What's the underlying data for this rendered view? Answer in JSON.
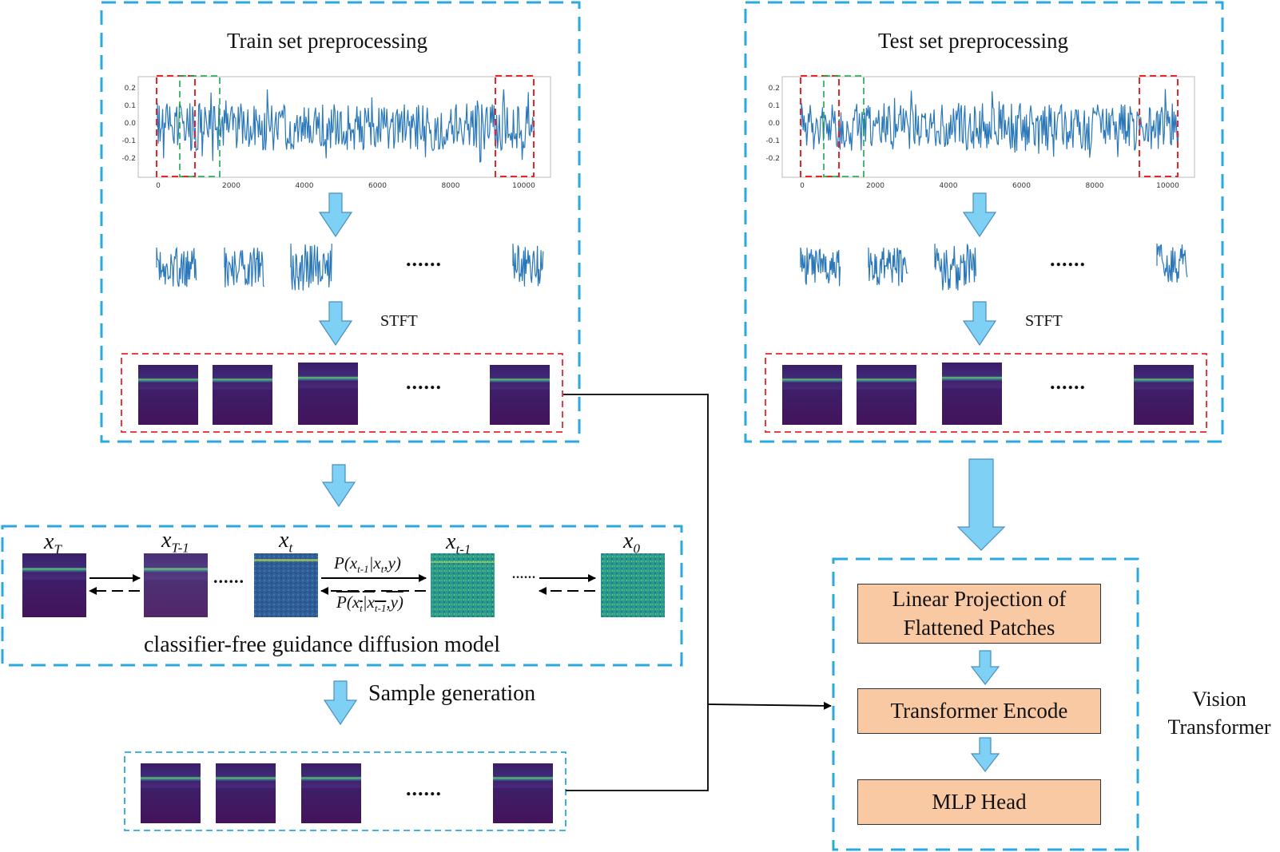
{
  "train": {
    "title": "Train set preprocessing",
    "stft": "STFT",
    "ellipsis_1": "......",
    "ellipsis_2": "......",
    "y_ticks": [
      "0.2",
      "0.1",
      "0.0",
      "-0.1",
      "-0.2"
    ],
    "x_ticks": [
      "0",
      "2000",
      "4000",
      "6000",
      "8000",
      "10000"
    ]
  },
  "test": {
    "title": "Test set preprocessing",
    "stft": "STFT",
    "ellipsis_1": "......",
    "ellipsis_2": "......",
    "y_ticks": [
      "0.2",
      "0.1",
      "0.0",
      "-0.1",
      "-0.2"
    ],
    "x_ticks": [
      "0",
      "2000",
      "4000",
      "6000",
      "8000",
      "10000"
    ]
  },
  "diffusion": {
    "label": "classifier-free guidance diffusion model",
    "x_T": "T",
    "x_T1": "T-1",
    "x_t": "t",
    "x_t1": "t-1",
    "x_0": "0",
    "ellipsis_1": "......",
    "ellipsis_2": "......"
  },
  "sample": {
    "label": "Sample generation",
    "ellipsis": "......"
  },
  "vit": {
    "title": "Vision Transformer",
    "box_1": "Linear Projection of Flattened Patches",
    "box_2": "Transformer Encode",
    "box_3": "MLP Head"
  },
  "colors": {
    "blue_dash": "#29a9e0",
    "red_dash": "#e8262a",
    "green_dash": "#19a84a",
    "arrow_fill": "#7fd0f5",
    "signal": "#2a78b9",
    "spec_bg": "#3e1a63",
    "orange_box": "#f9c9a4"
  }
}
